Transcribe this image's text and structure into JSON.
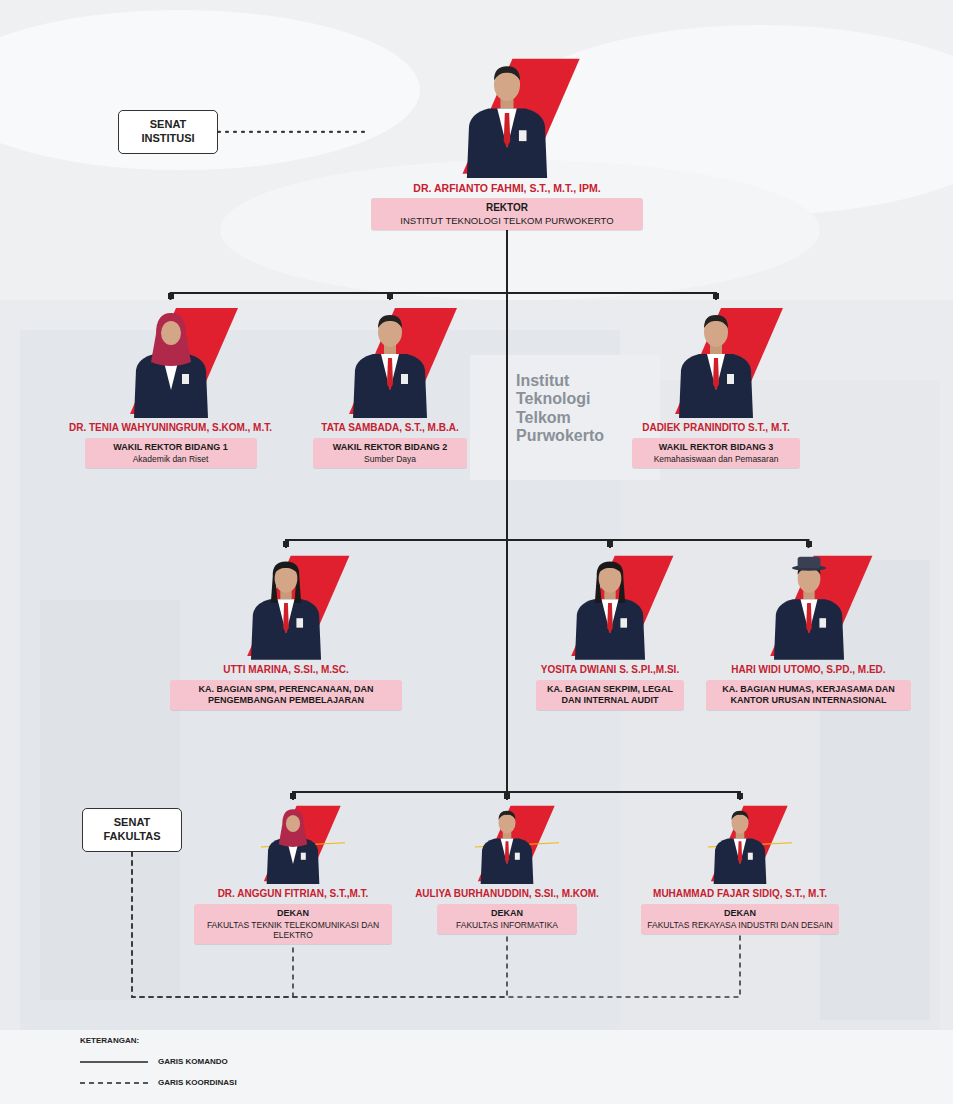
{
  "diagram": {
    "nodes": [
      {
        "text": [
          "SENAT INSTITUSI"
        ]
      },
      {
        "text": [
          "DR. ARFIANTO FAHMI, S.T., M.T., IPM.",
          "REKTOR",
          "INSTITUT TEKNOLOGI TELKOM PURWOKERTO"
        ]
      },
      {
        "text": [
          "DR. TENIA WAHYUNINGRUM, S.KOM., M.T.",
          "WAKIL REKTOR BIDANG 1",
          "Akademik dan Riset"
        ]
      },
      {
        "text": [
          "TATA SAMBADA, S.T., M.B.A.",
          "WAKIL REKTOR BIDANG 2",
          "Sumber Daya"
        ]
      },
      {
        "text": [
          "DADIEK PRANINDITO S.T., M.T.",
          "WAKIL REKTOR BIDANG 3",
          "Kemahasiswaan dan Pemasaran"
        ]
      },
      {
        "text": [
          "UTTI MARINA, S.SI., M.SC.",
          "KA. BAGIAN SPM, PERENCANAAN, DAN PENGEMBANGAN PEMBELAJARAN"
        ]
      },
      {
        "text": [
          "YOSITA DWIANI S. S.PI.,M.SI.",
          "KA. BAGIAN SEKPIM, LEGAL DAN INTERNAL AUDIT"
        ]
      },
      {
        "text": [
          "HARI WIDI UTOMO, S.PD., M.ED.",
          "KA. BAGIAN HUMAS, KERJASAMA DAN KANTOR URUSAN INTERNASIONAL"
        ]
      },
      {
        "text": [
          "SENAT FAKULTAS"
        ]
      },
      {
        "text": [
          "DR. ANGGUN FITRIAN, S.T.,M.T.",
          "DEKAN",
          "FAKULTAS TEKNIK TELEKOMUNIKASI DAN ELEKTRO"
        ]
      },
      {
        "text": [
          "AULIYA BURHANUDDIN, S.SI., M.KOM.",
          "DEKAN",
          "FAKULTAS INFORMATIKA"
        ]
      },
      {
        "text": [
          "MUHAMMAD FAJAR SIDIQ, S.T., M.T.",
          "DEKAN",
          "FAKULTAS REKAYASA INDUSTRI DAN DESAIN"
        ]
      }
    ],
    "edges": [
      {
        "from": 0,
        "to": 1,
        "arrow": "none"
      },
      {
        "from": 1,
        "to": 2,
        "arrow": "none"
      },
      {
        "from": 1,
        "to": 3,
        "arrow": "none"
      },
      {
        "from": 1,
        "to": 4,
        "arrow": "none"
      },
      {
        "from": 1,
        "to": 5,
        "arrow": "none"
      },
      {
        "from": 1,
        "to": 6,
        "arrow": "none"
      },
      {
        "from": 1,
        "to": 7,
        "arrow": "none"
      },
      {
        "from": 1,
        "to": 9,
        "arrow": "none"
      },
      {
        "from": 1,
        "to": 10,
        "arrow": "none"
      },
      {
        "from": 1,
        "to": 11,
        "arrow": "none"
      },
      {
        "from": 8,
        "to": 9,
        "arrow": "none"
      },
      {
        "from": 8,
        "to": 10,
        "arrow": "none"
      },
      {
        "from": 8,
        "to": 11,
        "arrow": "none"
      }
    ],
    "labels": [
      "Institut Teknologi Telkom Purwokerto",
      "KETERANGAN:"
    ],
    "legend": [
      {
        "text": "GARIS KOMANDO"
      },
      {
        "text": "GARIS KOORDINASI"
      }
    ]
  }
}
